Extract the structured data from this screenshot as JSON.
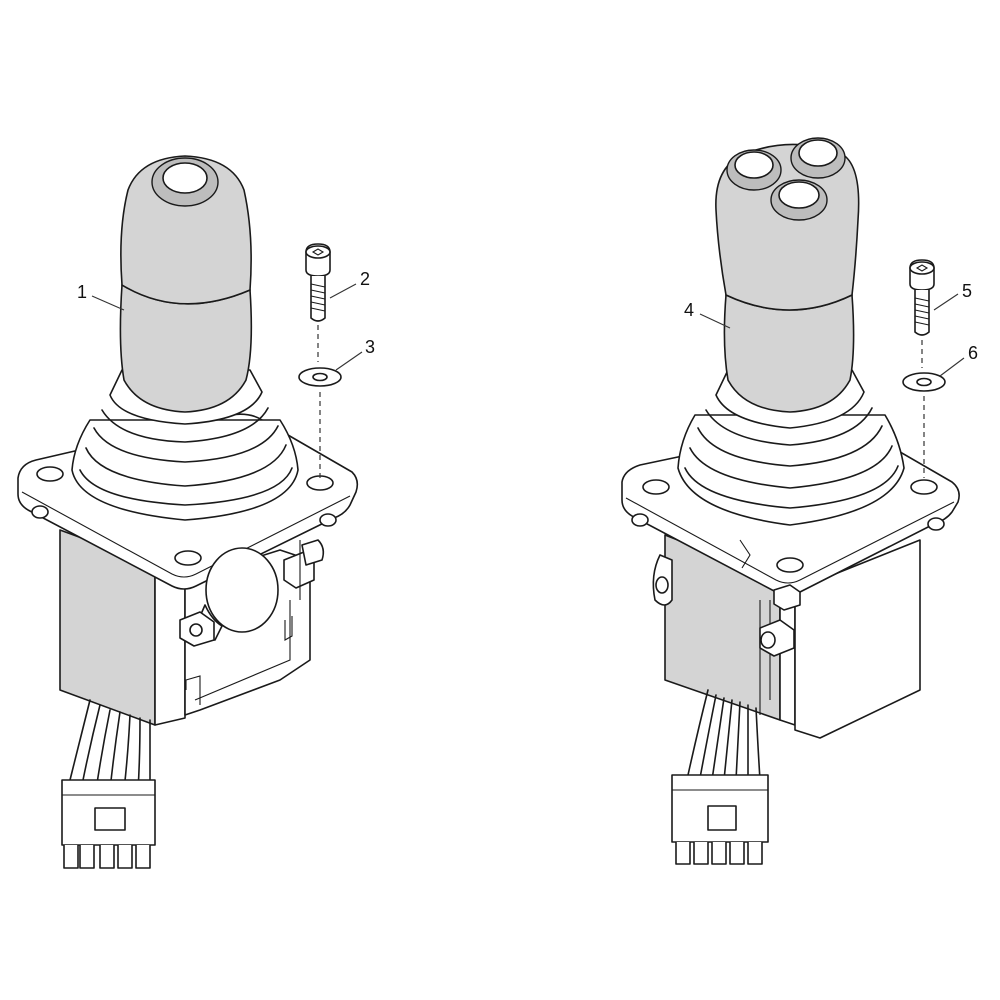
{
  "figure": {
    "left_assembly": {
      "part_callout": "1",
      "screw_callout": "2",
      "washer_callout": "3"
    },
    "right_assembly": {
      "part_callout": "4",
      "screw_callout": "5",
      "washer_callout": "6"
    }
  },
  "colors": {
    "line": "#1a1a1a",
    "shade": "#d4d4d4",
    "background": "#ffffff"
  }
}
